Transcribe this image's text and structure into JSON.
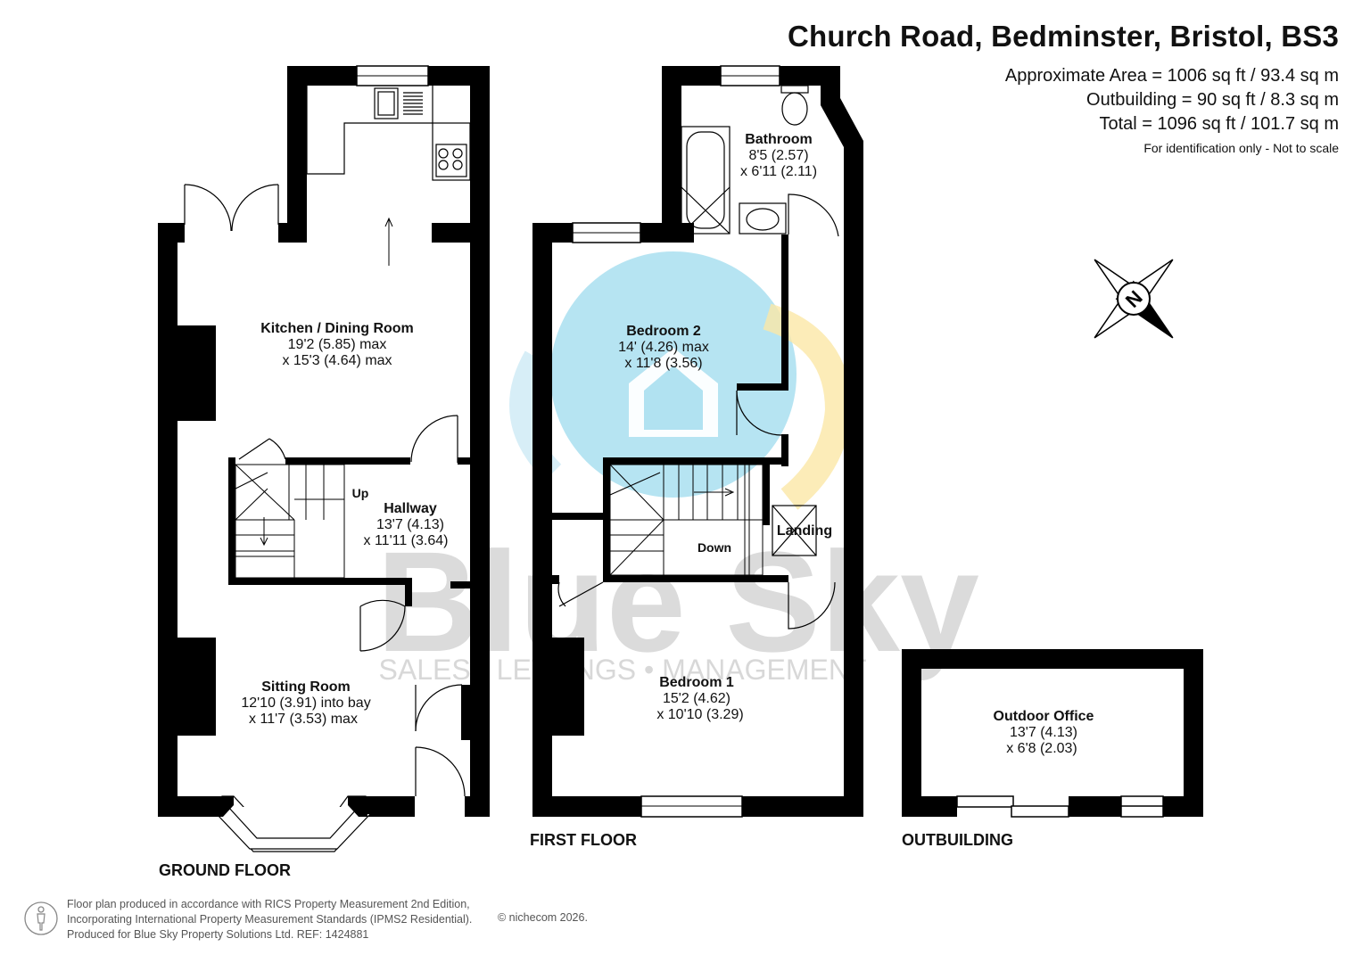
{
  "header": {
    "title": "Church Road, Bedminster, Bristol, BS3",
    "area_lines": [
      "Approximate Area = 1006 sq ft / 93.4 sq m",
      "Outbuilding = 90 sq ft / 8.3 sq m",
      "Total = 1096 sq ft / 101.7 sq m"
    ],
    "note": "For identification only - Not to scale"
  },
  "floors": {
    "ground": "GROUND FLOOR",
    "first": "FIRST FLOOR",
    "outbuilding": "OUTBUILDING"
  },
  "rooms": {
    "kitchen": {
      "name": "Kitchen / Dining Room",
      "dim1": "19'2 (5.85) max",
      "dim2": "x 15'3 (4.64) max"
    },
    "hallway": {
      "name": "Hallway",
      "dim1": "13'7 (4.13)",
      "dim2": "x 11'11 (3.64)"
    },
    "sitting": {
      "name": "Sitting Room",
      "dim1": "12'10 (3.91) into bay",
      "dim2": "x 11'7 (3.53) max"
    },
    "bathroom": {
      "name": "Bathroom",
      "dim1": "8'5 (2.57)",
      "dim2": "x 6'11 (2.11)"
    },
    "bedroom2": {
      "name": "Bedroom 2",
      "dim1": "14' (4.26) max",
      "dim2": "x 11'8 (3.56)"
    },
    "landing": {
      "name": "Landing"
    },
    "bedroom1": {
      "name": "Bedroom 1",
      "dim1": "15'2 (4.62)",
      "dim2": "x 10'10 (3.29)"
    },
    "office": {
      "name": "Outdoor Office",
      "dim1": "13'7 (4.13)",
      "dim2": "x 6'8 (2.03)"
    }
  },
  "stairs": {
    "up": "Up",
    "down": "Down"
  },
  "compass": {
    "label": "N"
  },
  "watermark": {
    "brand": "Blue Sky",
    "tagline": "SALES • LETTINGS • MANAGEMENT"
  },
  "footer": {
    "lines": [
      "Floor plan produced in accordance with RICS Property Measurement 2nd Edition,",
      "Incorporating International Property Measurement Standards (IPMS2 Residential).",
      "Produced for Blue Sky Property Solutions Ltd.   REF:  1424881"
    ],
    "copyright": "© nichecom 2026."
  },
  "colors": {
    "wall": "#000000",
    "watermark_blue": "#a9dff0",
    "watermark_grey": "#cfcfcf",
    "watermark_yellow": "#fbe7a6"
  }
}
